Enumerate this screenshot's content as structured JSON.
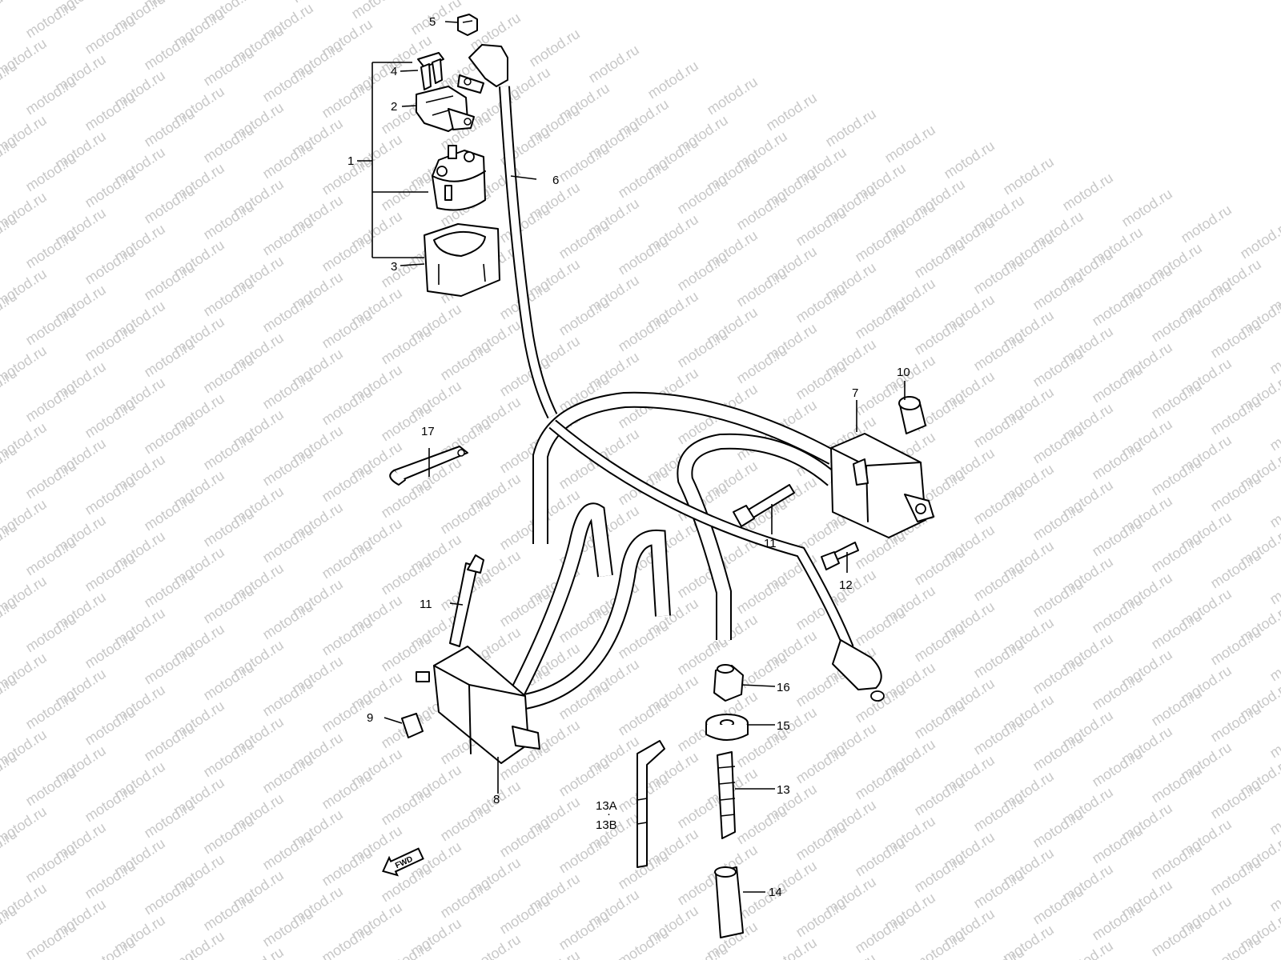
{
  "watermark": {
    "text": "motod.ru"
  },
  "callouts": [
    {
      "id": "1",
      "text": "1"
    },
    {
      "id": "2",
      "text": "2"
    },
    {
      "id": "3",
      "text": "3"
    },
    {
      "id": "4",
      "text": "4"
    },
    {
      "id": "5",
      "text": "5"
    },
    {
      "id": "6",
      "text": "6"
    },
    {
      "id": "7",
      "text": "7"
    },
    {
      "id": "8",
      "text": "8"
    },
    {
      "id": "9",
      "text": "9"
    },
    {
      "id": "10",
      "text": "10"
    },
    {
      "id": "11a",
      "text": "11"
    },
    {
      "id": "11b",
      "text": "11"
    },
    {
      "id": "12",
      "text": "12"
    },
    {
      "id": "13",
      "text": "13"
    },
    {
      "id": "13A",
      "text": "13A"
    },
    {
      "id": "13B",
      "text": "13B"
    },
    {
      "id": "14",
      "text": "14"
    },
    {
      "id": "15",
      "text": "15"
    },
    {
      "id": "16",
      "text": "16"
    },
    {
      "id": "17",
      "text": "17"
    }
  ],
  "fwd_arrow": {
    "text": "FWD",
    "icon": "arrow-left-icon"
  }
}
